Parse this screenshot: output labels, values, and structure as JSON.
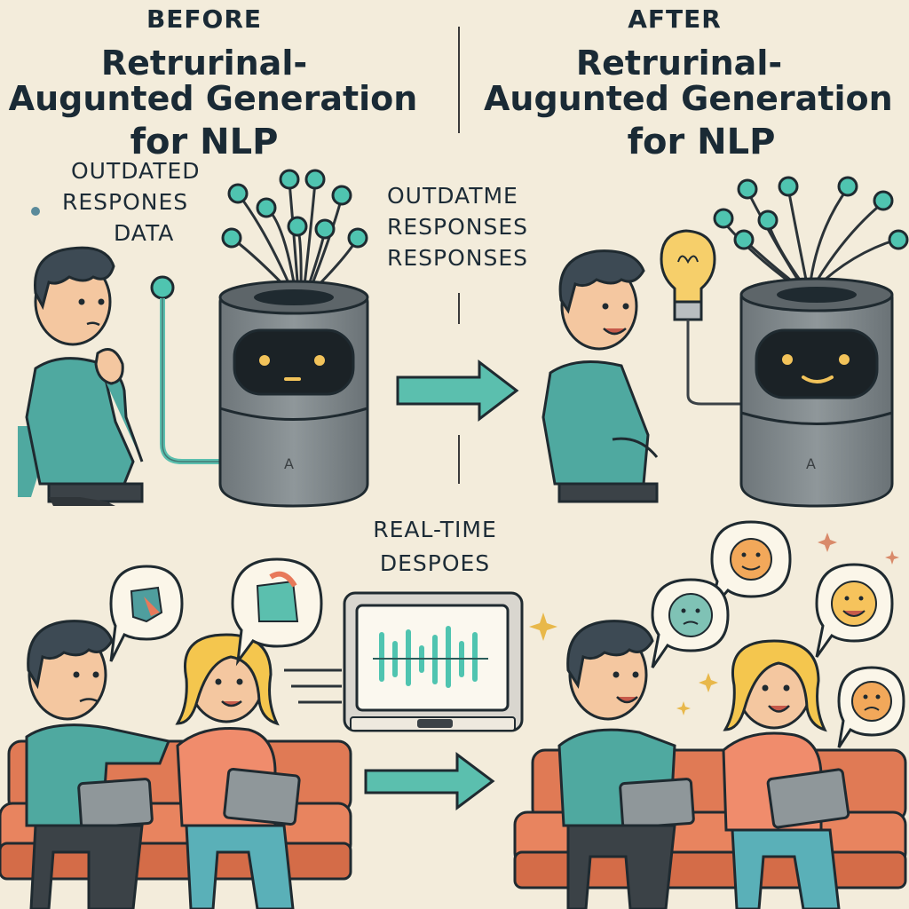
{
  "before_panel": {
    "header": "BEFORE",
    "title_line1": "Retrurinal-",
    "title_line2": "Augunted Generation",
    "title_line3": "for NLP",
    "note_line1": "OUTDATED",
    "note_line2": "RESPONES",
    "note_line3": "DATA"
  },
  "after_panel": {
    "header": "AFTER",
    "title_line1": "Retrurinal-",
    "title_line2": "Augunted Generation",
    "title_line3": "for NLP",
    "note_line1": "OUTDATME",
    "note_line2": "RESPONSES",
    "note_line3": "RESPONSES"
  },
  "middle": {
    "monitor_label_line1": "REAL-TIME",
    "monitor_label_line2": "DESPOES"
  },
  "colors": {
    "background": "#f3ecdb",
    "teal": "#5bbfae",
    "shirt": "#4fa9a0",
    "coral": "#e8795a",
    "server": "#7d8589",
    "node": "#4fc4b0"
  }
}
